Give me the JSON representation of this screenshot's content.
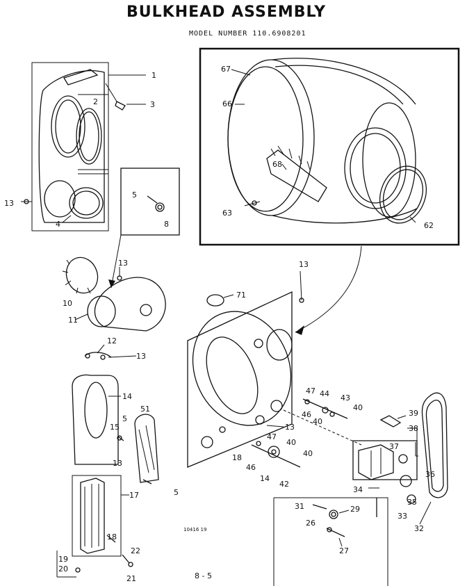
{
  "header": {
    "title": "BULKHEAD ASSEMBLY",
    "model": "MODEL NUMBER 110.6908201"
  },
  "labels": {
    "p1": "1",
    "p2": "2",
    "p3": "3",
    "p4": "4",
    "p5": "5",
    "p8": "8",
    "p10": "10",
    "p11": "11",
    "p12": "12",
    "p13": "13",
    "p14": "14",
    "p15": "15",
    "p17": "17",
    "p18": "18",
    "p19": "19",
    "p20": "20",
    "p21": "21",
    "p22": "22",
    "p26": "26",
    "p27": "27",
    "p29": "29",
    "p31": "31",
    "p32": "32",
    "p33": "33",
    "p34": "34",
    "p35": "35",
    "p36": "36",
    "p37": "37",
    "p38": "38",
    "p39": "39",
    "p40": "40",
    "p42": "42",
    "p43": "43",
    "p44": "44",
    "p46": "46",
    "p47": "47",
    "p51": "51",
    "p62": "62",
    "p63": "63",
    "p66": "66",
    "p67": "67",
    "p68": "68",
    "p71": "71",
    "p5b": "5"
  },
  "footer": {
    "code": "10416 19",
    "page": "8 - 5"
  }
}
